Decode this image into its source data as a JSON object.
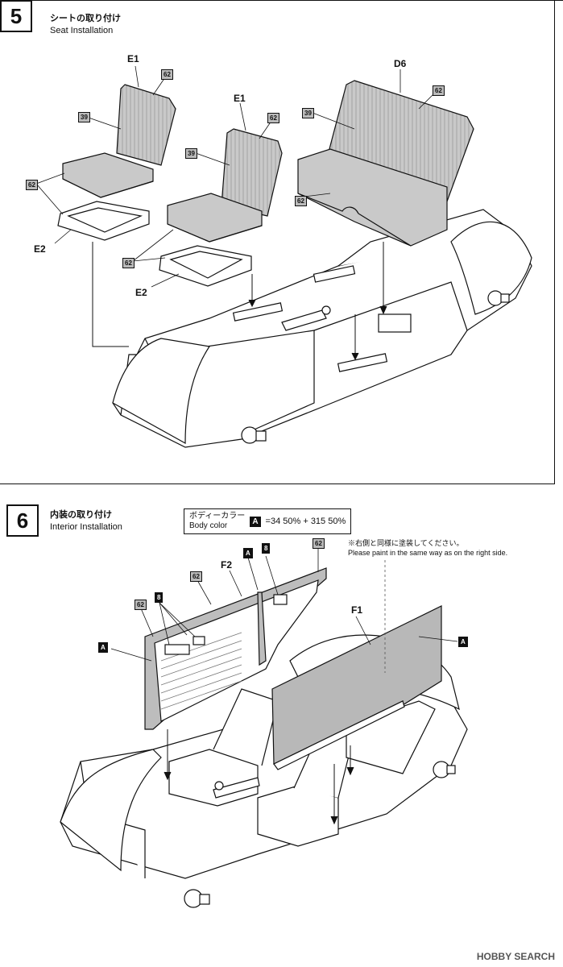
{
  "step5": {
    "number": "5",
    "title_jp": "シートの取り付け",
    "title_en": "Seat Installation",
    "labels": {
      "e1_left": "E1",
      "e1_mid": "E1",
      "d6": "D6",
      "e2_left": "E2",
      "e2_mid": "E2",
      "p62_a": "62",
      "p62_b": "62",
      "p62_c": "62",
      "p62_d": "62",
      "p62_e": "62",
      "p62_f": "62",
      "p39_a": "39",
      "p39_b": "39",
      "p39_c": "39"
    }
  },
  "step6": {
    "number": "6",
    "title_jp": "内装の取り付け",
    "title_en": "Interior Installation",
    "body_color_label_jp": "ボディーカラー",
    "body_color_label_en": "Body color",
    "color_code": "A",
    "color_formula": "=34 50% + 315 50%",
    "note_jp": "※右側と同様に塗装してください。",
    "note_en": "Please paint in the same way as on the right side.",
    "labels": {
      "f1": "F1",
      "f2": "F2",
      "a_left": "A",
      "a_top": "A",
      "a_right": "A",
      "p8_left": "8",
      "p8_top": "8",
      "p62_a": "62",
      "p62_b": "62",
      "p62_c": "62"
    }
  },
  "watermark": "HOBBY SEARCH"
}
